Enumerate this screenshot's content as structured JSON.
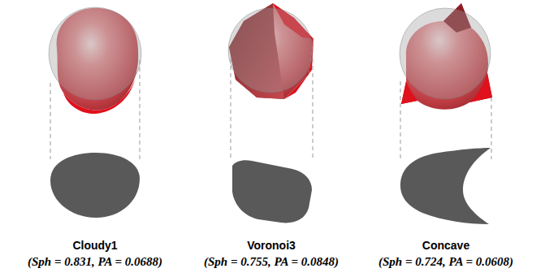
{
  "diagram": {
    "labels": [
      "Cloudy1",
      "(Sph = 0.831, PA = 0.0688)",
      "Voronoi3",
      "(Sph = 0.755, PA = 0.0848)",
      "Concave",
      "(Sph = 0.724, PA = 0.0608)"
    ]
  }
}
